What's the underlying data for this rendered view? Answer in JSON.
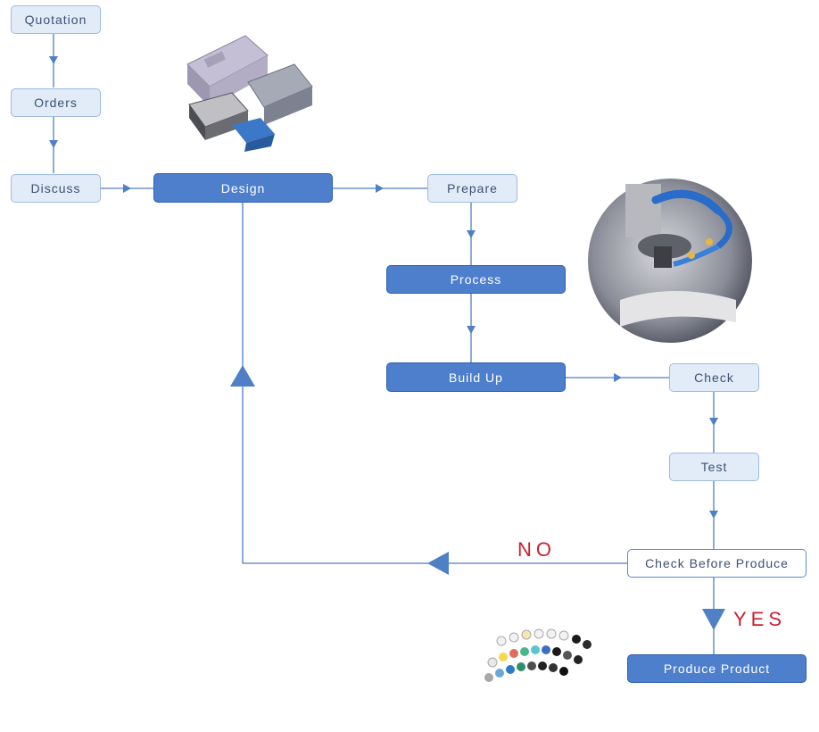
{
  "nodes": {
    "quotation": "Quotation",
    "orders": "Orders",
    "discuss": "Discuss",
    "design": "Design",
    "prepare": "Prepare",
    "process": "Process",
    "build_up": "Build Up",
    "check": "Check",
    "test": "Test",
    "check_before_produce": "Check Before Produce",
    "produce_product": "Produce Product"
  },
  "decision_labels": {
    "no": "NO",
    "yes": "YES"
  },
  "colors": {
    "line": "#4f7fc4",
    "light_fill": "#e1ecf8",
    "dark_fill": "#4d7fcc",
    "label_red": "#cc1f2f"
  },
  "images": [
    "mold-photo",
    "machining-photo",
    "plastic-parts-photo"
  ]
}
